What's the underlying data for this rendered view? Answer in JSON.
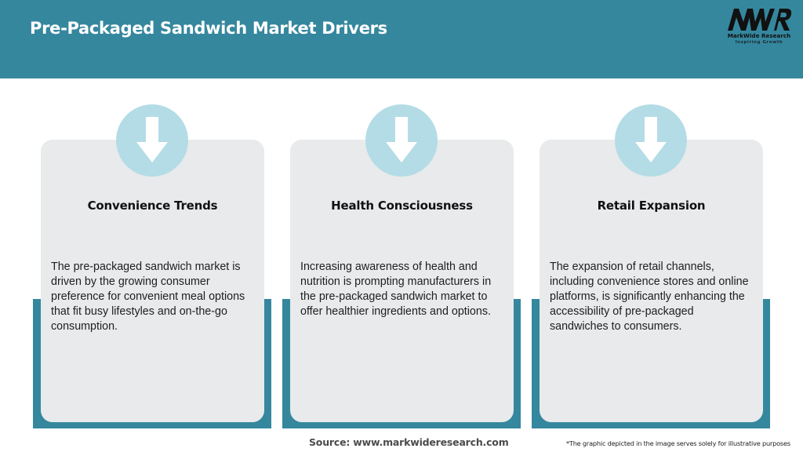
{
  "header": {
    "title": "Pre-Packaged Sandwich Market Drivers",
    "background_color": "#35879E"
  },
  "logo": {
    "mark": "MWR",
    "name": "MarkWide Research",
    "tagline": "Inspiring Growth"
  },
  "cards": [
    {
      "icon": "arrow-down-icon",
      "title": "Convenience Trends",
      "body": "The pre-packaged sandwich market is driven by the growing consumer preference for convenient meal options that fit busy lifestyles and on-the-go consumption."
    },
    {
      "icon": "arrow-down-icon",
      "title": "Health Consciousness",
      "body": "Increasing awareness of health and nutrition is prompting manufacturers in the pre-packaged sandwich market to offer healthier ingredients and options."
    },
    {
      "icon": "arrow-down-icon",
      "title": "Retail Expansion",
      "body": "The expansion of retail channels, including convenience stores and online platforms, is significantly enhancing the accessibility of pre-packaged sandwiches to consumers."
    }
  ],
  "colors": {
    "accent": "#35879E",
    "card_fill": "#E8EAEB",
    "icon_circle": "#B4DCE6"
  },
  "footer": {
    "source": "Source: www.markwideresearch.com",
    "disclaimer": "*The graphic depicted in the image serves solely for illustrative purposes"
  }
}
